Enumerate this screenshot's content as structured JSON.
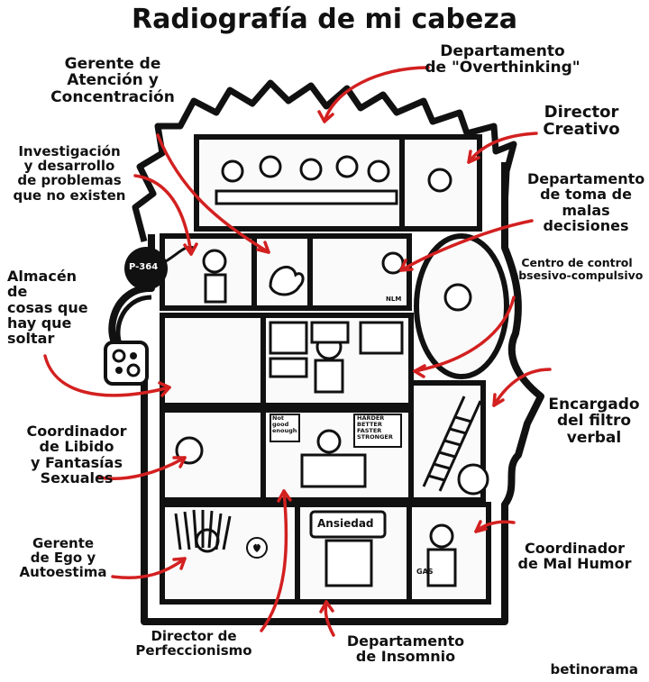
{
  "title": "Radiografía de mi cabeza",
  "credit": "betinorama",
  "arrow_color": "#d32020",
  "ink_color": "#111111",
  "labels": {
    "gerente_atencion": "Gerente de\nAtención y\nConcentración",
    "overthinking": "Departamento\nde \"Overthinking\"",
    "director_creativo": "Director\nCreativo",
    "investigacion": "Investigación\ny desarrollo\nde problemas\nque no existen",
    "malas_decisiones": "Departamento\nde toma de\nmalas\ndecisiones",
    "almacen": "Almacén de\ncosas que\nhay que\nsoltar",
    "control_obsesivo": "Centro de control\nobsesivo-compulsivo",
    "filtro_verbal": "Encargado\ndel filtro\nverbal",
    "libido": "Coordinador\nde Libido\ny Fantasías\nSexuales",
    "ego": "Gerente\nde Ego y\nAutoestima",
    "mal_humor": "Coordinador\nde Mal Humor",
    "perfeccionismo": "Director de\nPerfeccionismo",
    "insomnio": "Departamento\nde Insomnio"
  },
  "in_art_text": {
    "bomb_tag": "P-364",
    "sign_not_good": "Not\ngood\nenough",
    "sign_harder": "HARDER\nBETTER\nFASTER\nSTRONGER",
    "ansiedad": "Ansiedad",
    "gas": "GAS",
    "nlm": "NLM"
  }
}
